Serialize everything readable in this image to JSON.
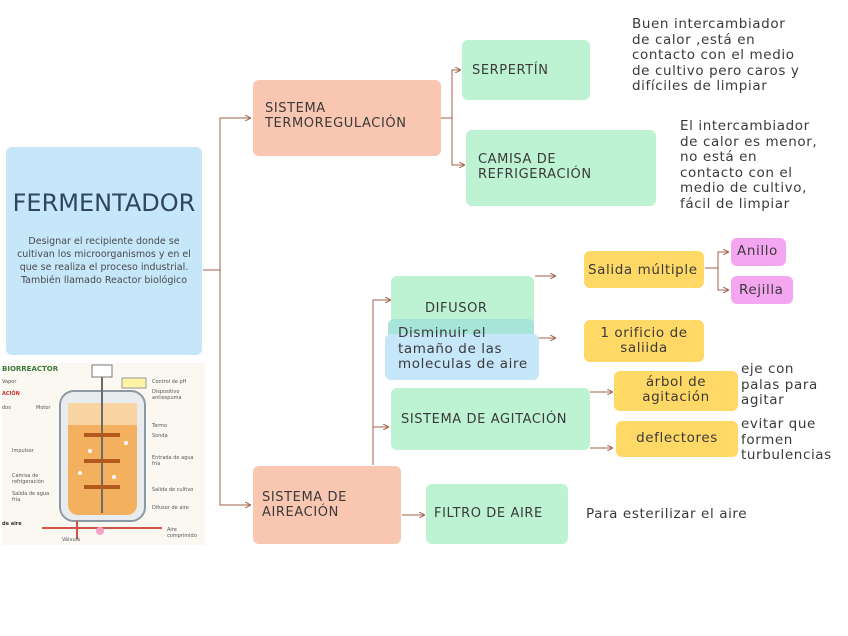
{
  "main": {
    "title": "FERMENTADOR",
    "description": "Designar el recipiente donde se cultivan los microorganismos y en el que se realiza el proceso industrial.\nTambién llamado Reactor biológico"
  },
  "image_labels": {
    "title": "BIORREACTOR",
    "items": [
      "Vapor",
      "ACIÓN",
      "dos",
      "Motor",
      "Dispositivo antiespuma",
      "Control de pH",
      "Termo",
      "Sonda",
      "Impulsor",
      "Camisa de refrigeración",
      "Entrada de agua fría",
      "Salida de agua fría",
      "Salida de cultivo",
      "Difusor de aire",
      "Válvula",
      "Aire comprimido",
      "de aire"
    ]
  },
  "nodes": {
    "termo": "SISTEMA\nTERMOREGULACIÓN",
    "serpentin": "SERPERTÍN",
    "serpentin_note": "Buen intercambiador\nde calor ,está en\ncontacto con el medio\nde cultivo pero caros y\ndifíciles de limpiar",
    "camisa": "CAMISA DE\nREFRIGERACIÓN",
    "camisa_note": "El intercambiador\nde calor es menor,\nno está en\ncontacto con el\nmedio de cultivo,\nfácil de limpiar",
    "aireacion": "SISTEMA DE\nAIREACIÓN",
    "difusor": "DIFUSOR",
    "difusor_note": "Disminuir el\ntamaño de las\nmoleculas de aire",
    "salida_multiple": "Salida múltiple",
    "anillo": "Anillo",
    "rejilla": "Rejilla",
    "orificio": "1 orificio de\nsaliida",
    "agitacion": "SISTEMA DE AGITACIÓN",
    "arbol": "árbol de\nagitación",
    "arbol_note": "eje con\npalas para\nagitar",
    "deflectores": "deflectores",
    "deflectores_note": "evitar que\nformen\nturbulencias",
    "filtro": "FILTRO DE AIRE",
    "filtro_note": "Para esterilizar el aire"
  },
  "colors": {
    "green": "#bdf3d3",
    "salmon": "#f8c6b1",
    "yellow": "#ffd866",
    "pink": "#f5a6f0",
    "blue": "#c6e6f9",
    "line": "#a0604a"
  }
}
